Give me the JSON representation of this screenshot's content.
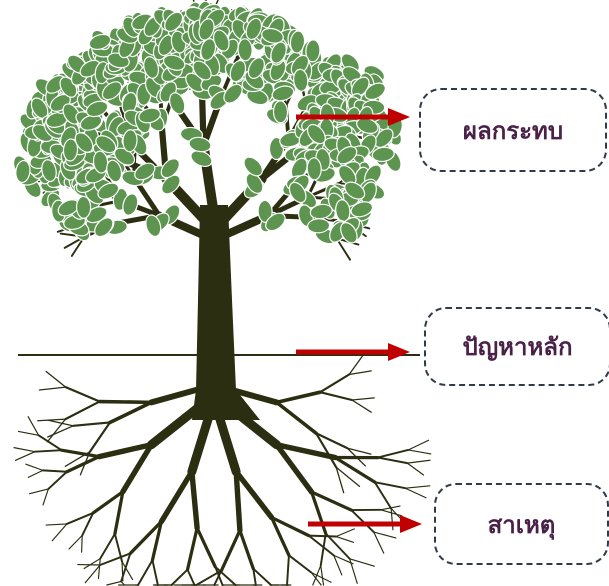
{
  "colors": {
    "trunk": "#2c2e12",
    "leaf": "#5d9450",
    "leaf_edge": "#ffffff",
    "arrow": "#c00000",
    "label_text": "#4a2148",
    "box_border": "#2f3a4a"
  },
  "labels": {
    "impact": "ผลกระทบ",
    "core_problem": "ปัญหาหลัก",
    "cause": "สาเหตุ"
  }
}
